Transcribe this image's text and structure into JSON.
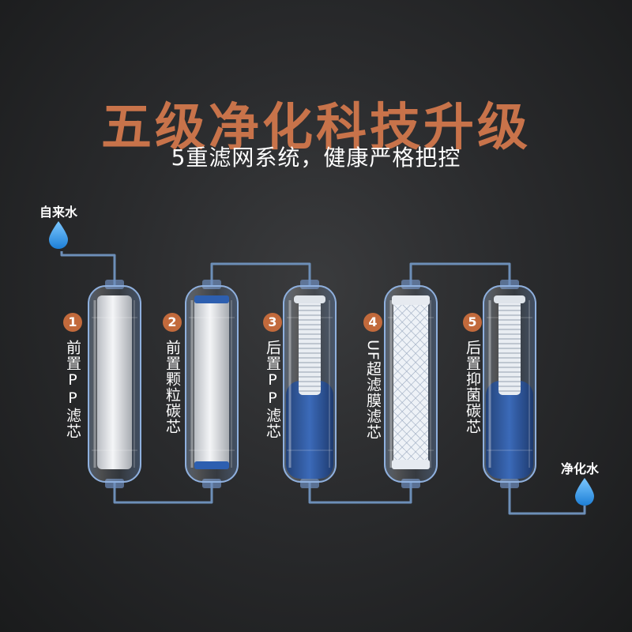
{
  "headline": {
    "title": "五级净化科技升级",
    "subtitle": "5重滤网系统，健康严格把控"
  },
  "flow": {
    "inlet_label": "自来水",
    "outlet_label": "净化水"
  },
  "stages": [
    {
      "number": "1",
      "name": "前置PP滤芯",
      "kind": "pp-cotton"
    },
    {
      "number": "2",
      "name": "前置颗粒碳芯",
      "kind": "granular-carbon"
    },
    {
      "number": "3",
      "name": "后置PP滤芯",
      "kind": "pleated-pp"
    },
    {
      "number": "4",
      "name": "UF超滤膜滤芯",
      "kind": "uf-membrane"
    },
    {
      "number": "5",
      "name": "后置抑菌碳芯",
      "kind": "antibacterial-carbon"
    }
  ],
  "colors": {
    "title": "#c8734a",
    "badge": "#c26a3c",
    "pipe": "#6d8fb8",
    "water_drop": "#2f9be6",
    "filter_blue": "#2d5fb0"
  }
}
